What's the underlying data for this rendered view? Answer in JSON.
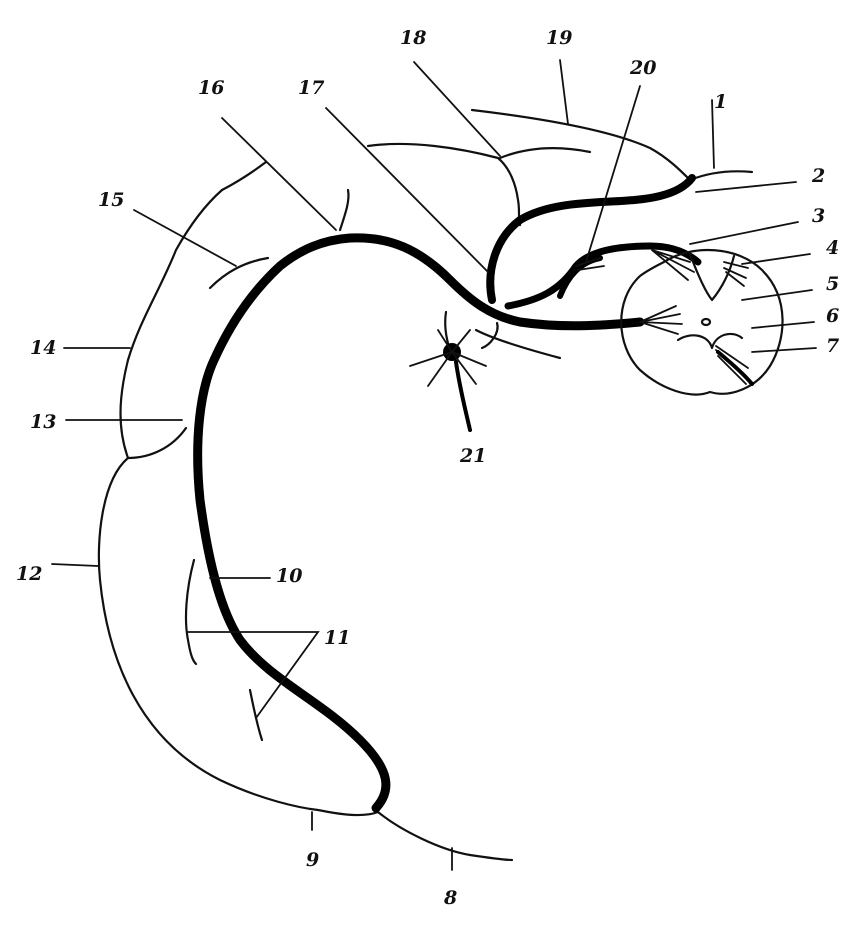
{
  "labels": {
    "l1": "1",
    "l2": "2",
    "l3": "3",
    "l4": "4",
    "l5": "5",
    "l6": "6",
    "l7": "7",
    "l8": "8",
    "l9": "9",
    "l10": "10",
    "l11": "11",
    "l12": "12",
    "l13": "13",
    "l14": "14",
    "l15": "15",
    "l16": "16",
    "l17": "17",
    "l18": "18",
    "l19": "19",
    "l20": "20",
    "l21": "21"
  },
  "colors": {
    "line": "#000000",
    "background": "#ffffff"
  }
}
